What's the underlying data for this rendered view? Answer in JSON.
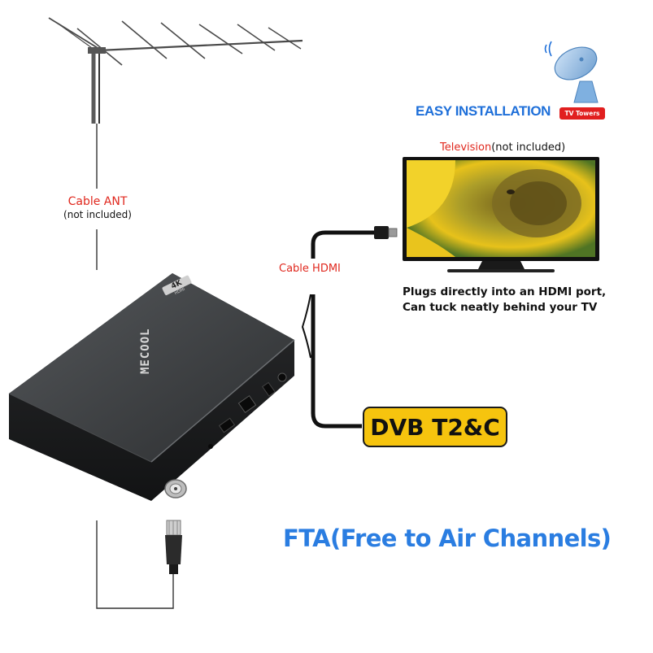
{
  "easy_installation": "EASY INSTALLATION",
  "tv_towers_badge": "TV Towers",
  "television": {
    "label": "Television",
    "note": "(not included)"
  },
  "cable_ant": {
    "label": "Cable ANT",
    "note": "(not included)"
  },
  "cable_hdmi": "Cable HDMI",
  "plugs_text": [
    "Plugs directly into an HDMI port,",
    "Can tuck neatly behind your TV"
  ],
  "dvb_badge": "DVB T2&C",
  "fta_text": "FTA(Free to Air Channels)",
  "device": {
    "brand": "MECOOL",
    "badge_4k": "4K",
    "badge_hdmi": "HDMI"
  },
  "colors": {
    "accent_blue": "#1e6fd9",
    "label_red": "#e0281e",
    "badge_yellow": "#f6c40e"
  },
  "icons": [
    "yagi-antenna-icon",
    "satellite-dish-icon",
    "television-icon",
    "hdmi-plug-icon",
    "coax-plug-icon",
    "set-top-box-icon"
  ]
}
